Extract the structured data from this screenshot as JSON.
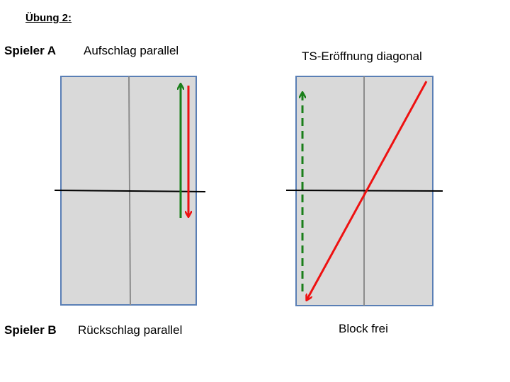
{
  "title": "Übung 2:",
  "player_a": {
    "label": "Spieler A"
  },
  "player_b": {
    "label": "Spieler B"
  },
  "left_table": {
    "top_caption": "Aufschlag parallel",
    "bottom_caption": "Rückschlag parallel"
  },
  "right_table": {
    "top_caption": "TS-Eröffnung diagonal",
    "bottom_caption": "Block frei"
  },
  "colors": {
    "table_fill": "#d9d9d9",
    "table_border": "#5a7fb5",
    "center_line": "#8c8c8c",
    "net": "#000000",
    "green_arrow": "#1a7f1a",
    "red_arrow": "#ee1111"
  }
}
